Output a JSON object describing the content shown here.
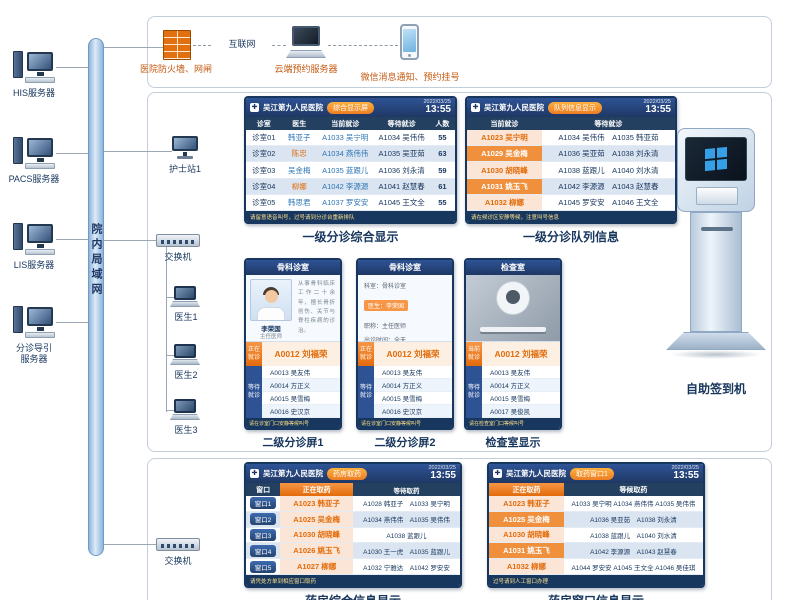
{
  "colors": {
    "navy": "#1f3864",
    "header_dark": "#244061",
    "accent_orange": "#f79646",
    "orange_deep": "#e26b0a",
    "row_alt": "#dbe5f1",
    "marquee_text": "#ffe08a"
  },
  "lan": {
    "label": "院内局域网"
  },
  "servers": [
    {
      "label": "HIS服务器"
    },
    {
      "label": "PACS服务器"
    },
    {
      "label": "LIS服务器"
    },
    {
      "label": "分诊导引服务器"
    }
  ],
  "top": {
    "firewall": "医院防火墙、网闸",
    "internet": "互联网",
    "cloud": "云端预约服务器",
    "wechat": "微信消息通知、预约挂号"
  },
  "devices": {
    "nurse": "护士站1",
    "switch1": "交换机",
    "doctors": [
      "医生1",
      "医生2",
      "医生3"
    ],
    "switch2": "交换机",
    "kiosk": "自助签到机"
  },
  "common": {
    "hospital": "吴江第九人民医院",
    "date": "2022/03/25",
    "time": "13:55",
    "logo": "✚"
  },
  "screen_a": {
    "badge": "综合显示屏",
    "caption": "一级分诊综合显示",
    "headers": [
      "诊室",
      "医生",
      "当前就诊",
      "等待就诊",
      "人数"
    ],
    "rows": [
      {
        "room": "诊室01",
        "doc": "韩亚子",
        "cur": "A1033 吴宁明",
        "wait": "A1034 吴伟伟",
        "n": "55"
      },
      {
        "room": "诊室02",
        "doc": "陈忠",
        "cur": "A1034 燕伟伟",
        "wait": "A1035 吴亚茹",
        "n": "63"
      },
      {
        "room": "诊室03",
        "doc": "吴金梅",
        "cur": "A1035 蓝跟儿",
        "wait": "A1036 刘永清",
        "n": "59"
      },
      {
        "room": "诊室04",
        "doc": "柳娜",
        "cur": "A1042 李源源",
        "wait": "A1041 赵慧春",
        "n": "61"
      },
      {
        "room": "诊室05",
        "doc": "韩思君",
        "cur": "A1037 罗安安",
        "wait": "A1045 王文全",
        "n": "55"
      }
    ],
    "footer": "请留意语音叫号，过号请到分诊台重新排队"
  },
  "screen_b": {
    "badge": "队列信息显示",
    "caption": "一级分诊队列信息",
    "headers": [
      "当前就诊",
      "等待就诊"
    ],
    "rows": [
      {
        "cur": "A1023 吴宁明",
        "wait": "A1034 吴伟伟　A1035 韩亚茹"
      },
      {
        "cur": "A1029 吴金梅",
        "wait": "A1036 吴亚茹　A1038 刘永清"
      },
      {
        "cur": "A1030 胡晓峰",
        "wait": "A1038 蓝跟儿　A1040 刘水清"
      },
      {
        "cur": "A1031 姚玉飞",
        "wait": "A1042 李源源　A1043 赵慧春"
      },
      {
        "cur": "A1032 柳娜",
        "wait": "A1045 罗安安　A1046 王文全"
      }
    ],
    "footer": "请在候诊区安静等候，注意叫号信息"
  },
  "screen_c": {
    "header": "骨科诊室",
    "caption": "二级分诊屏1",
    "doctor_name": "李荣国",
    "doctor_title": "主任医师",
    "intro": "从事骨科临床工作二十余年，擅长骨折创伤、关节与脊柱疾病的诊治。",
    "cur_label": "正在就诊",
    "cur": "A0012 刘福荣",
    "wait_label": "等待就诊",
    "wait": [
      "A0013 吴友伟",
      "A0014 方正义",
      "A0015 吴雪梅",
      "A0016 史汉京"
    ],
    "footer": "请在诊室门口安静等候叫号"
  },
  "screen_d": {
    "header": "骨科诊室",
    "caption": "二级分诊屏2",
    "lines": [
      "科室：骨科诊室",
      "医生：李荣国",
      "职称：主任医师",
      "出诊时间：全天"
    ],
    "cur_label": "正在就诊",
    "cur": "A0012 刘福荣",
    "wait_label": "等待就诊",
    "wait": [
      "A0013 吴友伟",
      "A0014 方正义",
      "A0015 吴雪梅",
      "A0016 史汉京"
    ],
    "footer": "请在诊室门口安静等候叫号"
  },
  "screen_e": {
    "header": "检查室",
    "caption": "检查室显示",
    "cur_label": "当前就诊",
    "cur": "A0012 刘福荣",
    "wait_label": "等待就诊",
    "wait": [
      "A0013 吴友伟",
      "A0014 方正义",
      "A0015 吴雪梅",
      "A0017 吴俊凯"
    ],
    "footer": "请在检查室门口等候叫号"
  },
  "screen_f": {
    "badge": "药房取药",
    "caption": "药房综合信息显示",
    "headers": [
      "窗口",
      "正在取药",
      "等待取药"
    ],
    "rows": [
      {
        "win": "窗口1",
        "cur": "A1023 韩亚子",
        "wait": "A1028 韩亚子　A1033 吴宁明"
      },
      {
        "win": "窗口2",
        "cur": "A1025 吴金梅",
        "wait": "A1034 燕伟伟　A1035 吴伟伟"
      },
      {
        "win": "窗口3",
        "cur": "A1030 胡晓峰",
        "wait": "A1038 蓝跟儿"
      },
      {
        "win": "窗口4",
        "cur": "A1026 姚玉飞",
        "wait": "A1030 王一虎　A1035 蓝跟儿"
      },
      {
        "win": "窗口5",
        "cur": "A1027 柳娜",
        "wait": "A1032 宁雅达　A1042 罗安安"
      }
    ],
    "footer": "请凭处方单到相应窗口取药"
  },
  "screen_g": {
    "badge": "取药窗口1",
    "caption": "药房窗口信息显示",
    "headers": [
      "正在取药",
      "等候取药"
    ],
    "rows": [
      {
        "cur": "A1023 韩亚子",
        "wait": "A1033 吴宁明 A1034 燕伟伟 A1035 吴伟伟"
      },
      {
        "cur": "A1025 吴金梅",
        "wait": "A1036 吴亚茹　A1038 刘永清"
      },
      {
        "cur": "A1030 胡晓峰",
        "wait": "A1038 蓝跟儿　A1040 刘水清"
      },
      {
        "cur": "A1031 姚玉飞",
        "wait": "A1042 李源源　A1043 赵慧春"
      },
      {
        "cur": "A1032 柳娜",
        "wait": "A1044 罗安安 A1045 王文全 A1046 吴佳琪"
      }
    ],
    "footer": "过号请到人工窗口办理"
  }
}
